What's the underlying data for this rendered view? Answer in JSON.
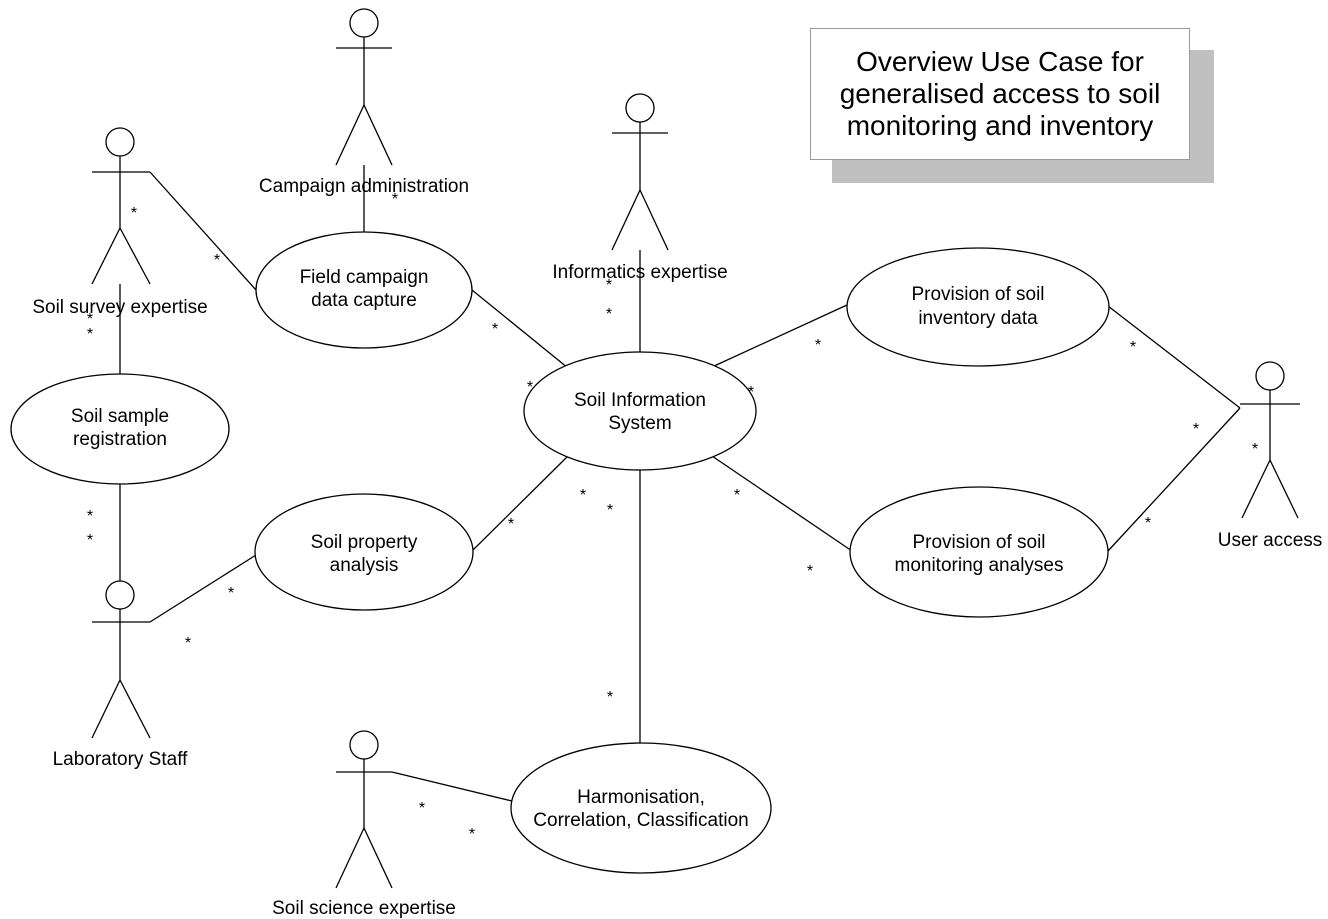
{
  "title": {
    "line1": "Overview Use Case for",
    "line2": "generalised access to soil",
    "line3": "monitoring and inventory"
  },
  "actors": {
    "campaign_admin": "Campaign administration",
    "soil_survey": "Soil survey expertise",
    "informatics": "Informatics expertise",
    "user_access": "User access",
    "laboratory": "Laboratory Staff",
    "soil_science": "Soil science expertise"
  },
  "use_cases": {
    "field_campaign": [
      "Field campaign",
      "data capture"
    ],
    "soil_sample": [
      "Soil sample",
      "registration"
    ],
    "soil_info_system": [
      "Soil Information",
      "System"
    ],
    "soil_property": [
      "Soil property",
      "analysis"
    ],
    "inventory": [
      "Provision of soil",
      "inventory data"
    ],
    "monitoring": [
      "Provision of soil",
      "monitoring analyses"
    ],
    "harmonisation": [
      "Harmonisation,",
      "Correlation, Classification"
    ]
  },
  "multiplicity_symbol": "*"
}
